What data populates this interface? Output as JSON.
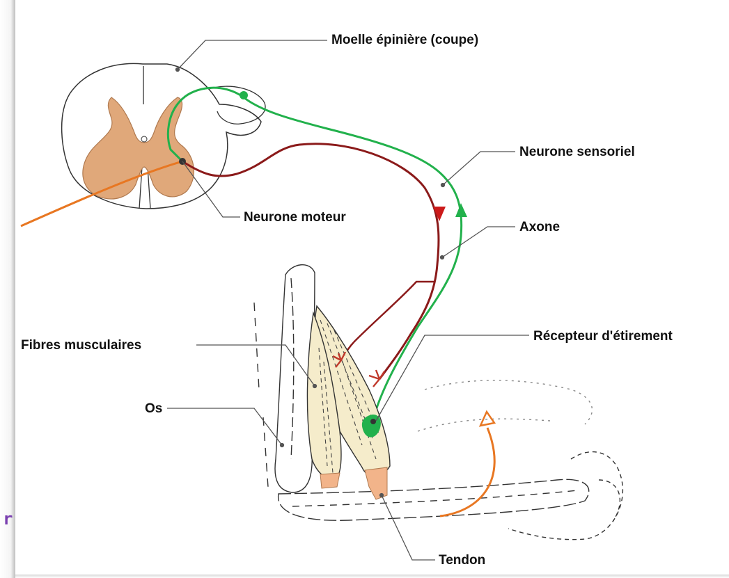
{
  "labels": {
    "moelle": "Moelle épinière (coupe)",
    "neurone_sensoriel": "Neurone sensoriel",
    "neurone_moteur": "Neurone moteur",
    "axone": "Axone",
    "recepteur": "Récepteur d'étirement",
    "fibres": "Fibres musculaires",
    "os": "Os",
    "tendon": "Tendon"
  },
  "edge_fragment": "r",
  "colors": {
    "sensory": "#22b14c",
    "motor": "#8b1a1a",
    "motor_branch": "#c0392b",
    "efferent_out": "#e87722",
    "grey_matter": "#e0a87a",
    "muscle": "#f5eccb",
    "tendon": "#f2b48a",
    "leader": "#555555"
  }
}
